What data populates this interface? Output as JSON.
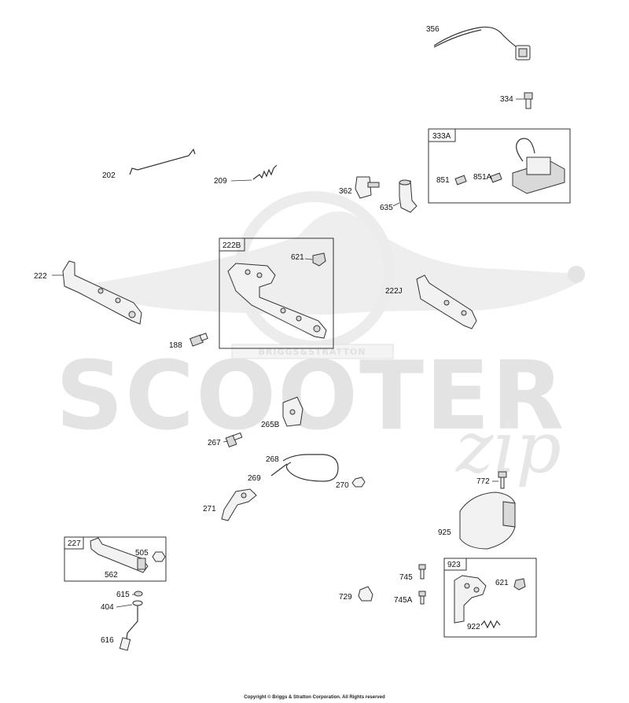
{
  "watermark": {
    "brand_small": "BRIGGS&STRATTON",
    "brand_big": "SCOOTER",
    "script": "zip"
  },
  "labels": {
    "p356": "356",
    "p334": "334",
    "p333A": "333A",
    "p851": "851",
    "p851A": "851A",
    "p202": "202",
    "p209": "209",
    "p362": "362",
    "p635": "635",
    "p222B": "222B",
    "p621a": "621",
    "p222": "222",
    "p222J": "222J",
    "p188": "188",
    "p265B": "265B",
    "p267": "267",
    "p268": "268",
    "p269": "269",
    "p270": "270",
    "p271": "271",
    "p772": "772",
    "p925": "925",
    "p227": "227",
    "p505": "505",
    "p562": "562",
    "p615": "615",
    "p404": "404",
    "p616": "616",
    "p745": "745",
    "p745A": "745A",
    "p729": "729",
    "p923": "923",
    "p621b": "621",
    "p922": "922"
  },
  "footer": {
    "copyright": "Copyright © Briggs & Stratton Corporation. All Rights reserved"
  }
}
